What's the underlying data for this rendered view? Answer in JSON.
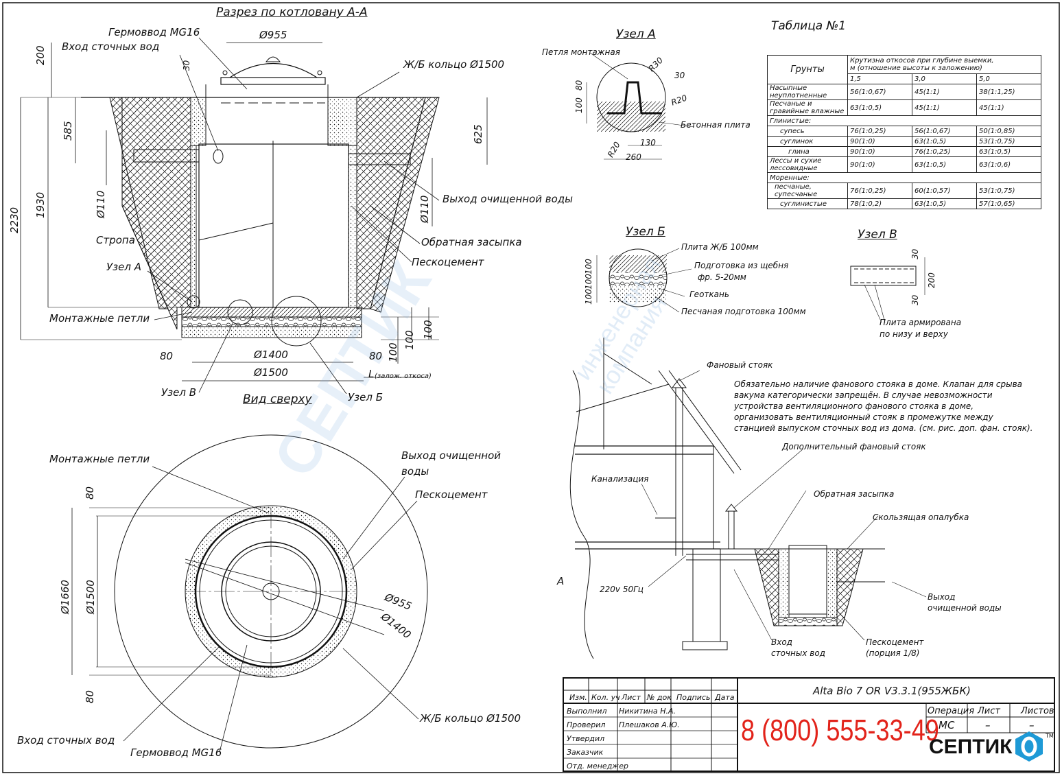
{
  "section_title": "Разрез по котловану А-А",
  "top_view_title": "Вид сверху",
  "table_title": "Таблица №1",
  "node_a": {
    "title": "Узел А",
    "loop": "Петля монтажная",
    "slab": "Бетонная плита",
    "dims": [
      "R30",
      "30",
      "R20",
      "R20",
      "100",
      "80",
      "130",
      "260"
    ]
  },
  "node_b": {
    "title": "Узел Б",
    "labels": [
      "Плита Ж/Б 100мм",
      "Подготовка из щебня",
      "фр. 5-20мм",
      "Геоткань",
      "Песчаная подготовка 100мм"
    ],
    "dims": [
      "100",
      "100",
      "100"
    ]
  },
  "node_v": {
    "title": "Узел В",
    "label_1": "Плита армирована",
    "label_2": "по низу и верху",
    "dims": [
      "30",
      "200",
      "30"
    ]
  },
  "section": {
    "labels": {
      "hermo": "Гермоввод MG16",
      "inlet": "Вход сточных вод",
      "ring": "Ж/Б кольцо Ø1500",
      "outlet": "Выход очищенной воды",
      "strap": "Стропа",
      "backfill": "Обратная засыпка",
      "sandcement": "Пескоцемент",
      "node_a": "Узел А",
      "loops": "Монтажные петли",
      "node_v": "Узел В",
      "node_b": "Узел Б"
    },
    "dims": {
      "d955": "Ø955",
      "d1400": "Ø1400",
      "d1500": "Ø1500",
      "d110_left": "Ø110",
      "d110_right": "Ø110",
      "h200": "200",
      "h30": "30",
      "h585": "585",
      "h625": "625",
      "h1930": "1930",
      "h2230": "2230",
      "h100a": "100",
      "h100b": "100",
      "h100c": "100",
      "w80_left": "80",
      "w80_right": "80",
      "L": "L",
      "L_note": "(залож. откоса)"
    }
  },
  "top_view": {
    "labels": {
      "loops": "Монтажные петли",
      "outlet_1": "Выход очищенной",
      "outlet_2": "воды",
      "sandcement": "Пескоцемент",
      "ring": "Ж/Б кольцо Ø1500",
      "inlet": "Вход сточных вод",
      "hermo": "Гермоввод MG16"
    },
    "dims": {
      "d955": "Ø955",
      "d1400": "Ø1400",
      "d1660": "Ø1660",
      "d1500": "Ø1500",
      "w80_top": "80",
      "w80_bottom": "80"
    }
  },
  "soil_table": {
    "header_soils": "Грунты",
    "header_slope_1": "Крутизна откосов при глубине выемки,",
    "header_slope_2": "м (отношение высоты к заложению)",
    "depths": [
      "1,5",
      "3,0",
      "5,0"
    ],
    "rows": [
      {
        "name": "Насыпные неуплотненные",
        "v": [
          "56(1:0,67)",
          "45(1:1)",
          "38(1:1,25)"
        ]
      },
      {
        "name": "Песчаные и гравийные влажные",
        "v": [
          "63(1:0,5)",
          "45(1:1)",
          "45(1:1)"
        ]
      },
      {
        "name": "Глинистые:",
        "v": [
          "",
          "",
          ""
        ]
      },
      {
        "name": "супесь",
        "v": [
          "76(1:0,25)",
          "56(1:0,67)",
          "50(1:0,85)"
        ]
      },
      {
        "name": "суглинок",
        "v": [
          "90(1:0)",
          "63(1:0,5)",
          "53(1:0,75)"
        ]
      },
      {
        "name": "глина",
        "v": [
          "90(1:0)",
          "76(1:0,25)",
          "63(1:0,5)"
        ]
      },
      {
        "name": "Лессы и сухие лессовидные",
        "v": [
          "90(1:0)",
          "63(1:0,5)",
          "63(1:0,6)"
        ]
      },
      {
        "name": "Моренные:",
        "v": [
          "",
          "",
          ""
        ]
      },
      {
        "name": "песчаные, супесчаные",
        "v": [
          "76(1:0,25)",
          "60(1:0,57)",
          "53(1:0,75)"
        ]
      },
      {
        "name": "суглинистые",
        "v": [
          "78(1:0,2)",
          "63(1:0,5)",
          "57(1:0,65)"
        ]
      }
    ]
  },
  "house": {
    "vent": "Фановый стояк",
    "note": "Обязательно наличие фанового стояка в доме. Клапан для срыва вакума категорически запрещён. В случае невозможности устройства вентиляционного фанового стояка в доме, организовать вентиляционный стояк в промежутке между станцией выпуском сточных вод из дома. (см. рис. доп. фан. стояк).",
    "note_lines": [
      "Обязательно наличие фанового стояка в доме. Клапан для срыва",
      "вакума категорически запрещён. В случае невозможности",
      "устройства вентиляционного фанового стояка в доме,",
      "организовать вентиляционный стояк в промежутке между",
      "станцией выпуском сточных вод из дома. (см. рис. доп. фан. стояк)."
    ],
    "extra_vent": "Дополнительный фановый стояк",
    "sewer": "Канализация",
    "backfill": "Обратная засыпка",
    "formwork": "Скользящая опалубка",
    "power": "220v 50Гц",
    "outlet_1": "Выход",
    "outlet_2": "очищенной воды",
    "inlet_1": "Вход",
    "inlet_2": "сточных вод",
    "sandcement_1": "Пескоцемент",
    "sandcement_2": "(порция 1/8)",
    "letter_a": "А"
  },
  "title_block": {
    "cols": [
      "Изм.",
      "Кол. уч",
      "Лист",
      "№ док",
      "Подпись",
      "Дата"
    ],
    "rows": [
      {
        "role": "Выполнил",
        "name": "Никитина Н.А."
      },
      {
        "role": "Проверил",
        "name": "Плешаков А.Ю."
      },
      {
        "role": "Утвердил",
        "name": ""
      },
      {
        "role": "Заказчик",
        "name": ""
      },
      {
        "role": "Отд. менеджер",
        "name": ""
      }
    ],
    "product": "Alta Bio 7 OR V3.3.1(955ЖБК)",
    "phone": "8 (800) 555-33-49",
    "op_label": "Операция",
    "sheet_label": "Лист",
    "sheets_label": "Листов",
    "op_value": "МС",
    "sheet_value": "–",
    "sheets_value": "–",
    "logo": "СЕПТИК",
    "logo_tm": "TM"
  },
  "watermark": {
    "main": "СЕПТИК",
    "sub_1": "инженерная",
    "sub_2": "компания"
  },
  "colors": {
    "line": "#111111",
    "phone": "#e2231a",
    "logo_blue": "#1e9ad6"
  }
}
